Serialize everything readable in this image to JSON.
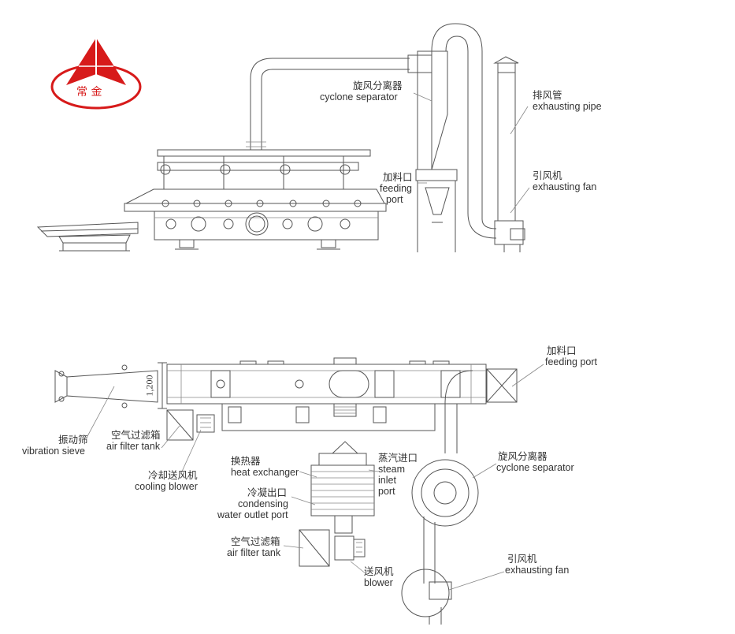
{
  "logo": {
    "text": "常 金",
    "color": "#d71a1a"
  },
  "dimension": {
    "text": "1,200"
  },
  "elevation_labels": {
    "cyclone": {
      "zh": "旋风分离器",
      "en": "cyclone separator"
    },
    "exhaust_pipe": {
      "zh": "排风管",
      "en": "exhausting pipe"
    },
    "feeding": {
      "zh": "加料口",
      "en1": "feeding",
      "en2": "port"
    },
    "fan": {
      "zh": "引风机",
      "en": "exhausting fan"
    }
  },
  "plan_labels": {
    "feeding": {
      "zh": "加料口",
      "en": "feeding port"
    },
    "vibration_sieve": {
      "zh": "振动筛",
      "en": "vibration sieve"
    },
    "air_filter_1": {
      "zh": "空气过滤箱",
      "en": "air filter tank"
    },
    "cooling_blower": {
      "zh": "冷却送风机",
      "en": "cooling blower"
    },
    "heat_exchanger": {
      "zh": "换热器",
      "en": "heat exchanger"
    },
    "steam_inlet": {
      "zh": "蒸汽进口",
      "en1": "steam",
      "en2": "inlet",
      "en3": "port"
    },
    "condensing": {
      "zh": "冷凝出口",
      "en1": "condensing",
      "en2": "water outlet port"
    },
    "cyclone": {
      "zh": "旋风分离器",
      "en": "cyclone separator"
    },
    "air_filter_2": {
      "zh": "空气过滤箱",
      "en": "air filter tank"
    },
    "blower": {
      "zh": "送风机",
      "en": "blower"
    },
    "fan": {
      "zh": "引风机",
      "en": "exhausting fan"
    }
  },
  "colors": {
    "line": "#555555",
    "text": "#333333",
    "logo": "#d71a1a"
  }
}
